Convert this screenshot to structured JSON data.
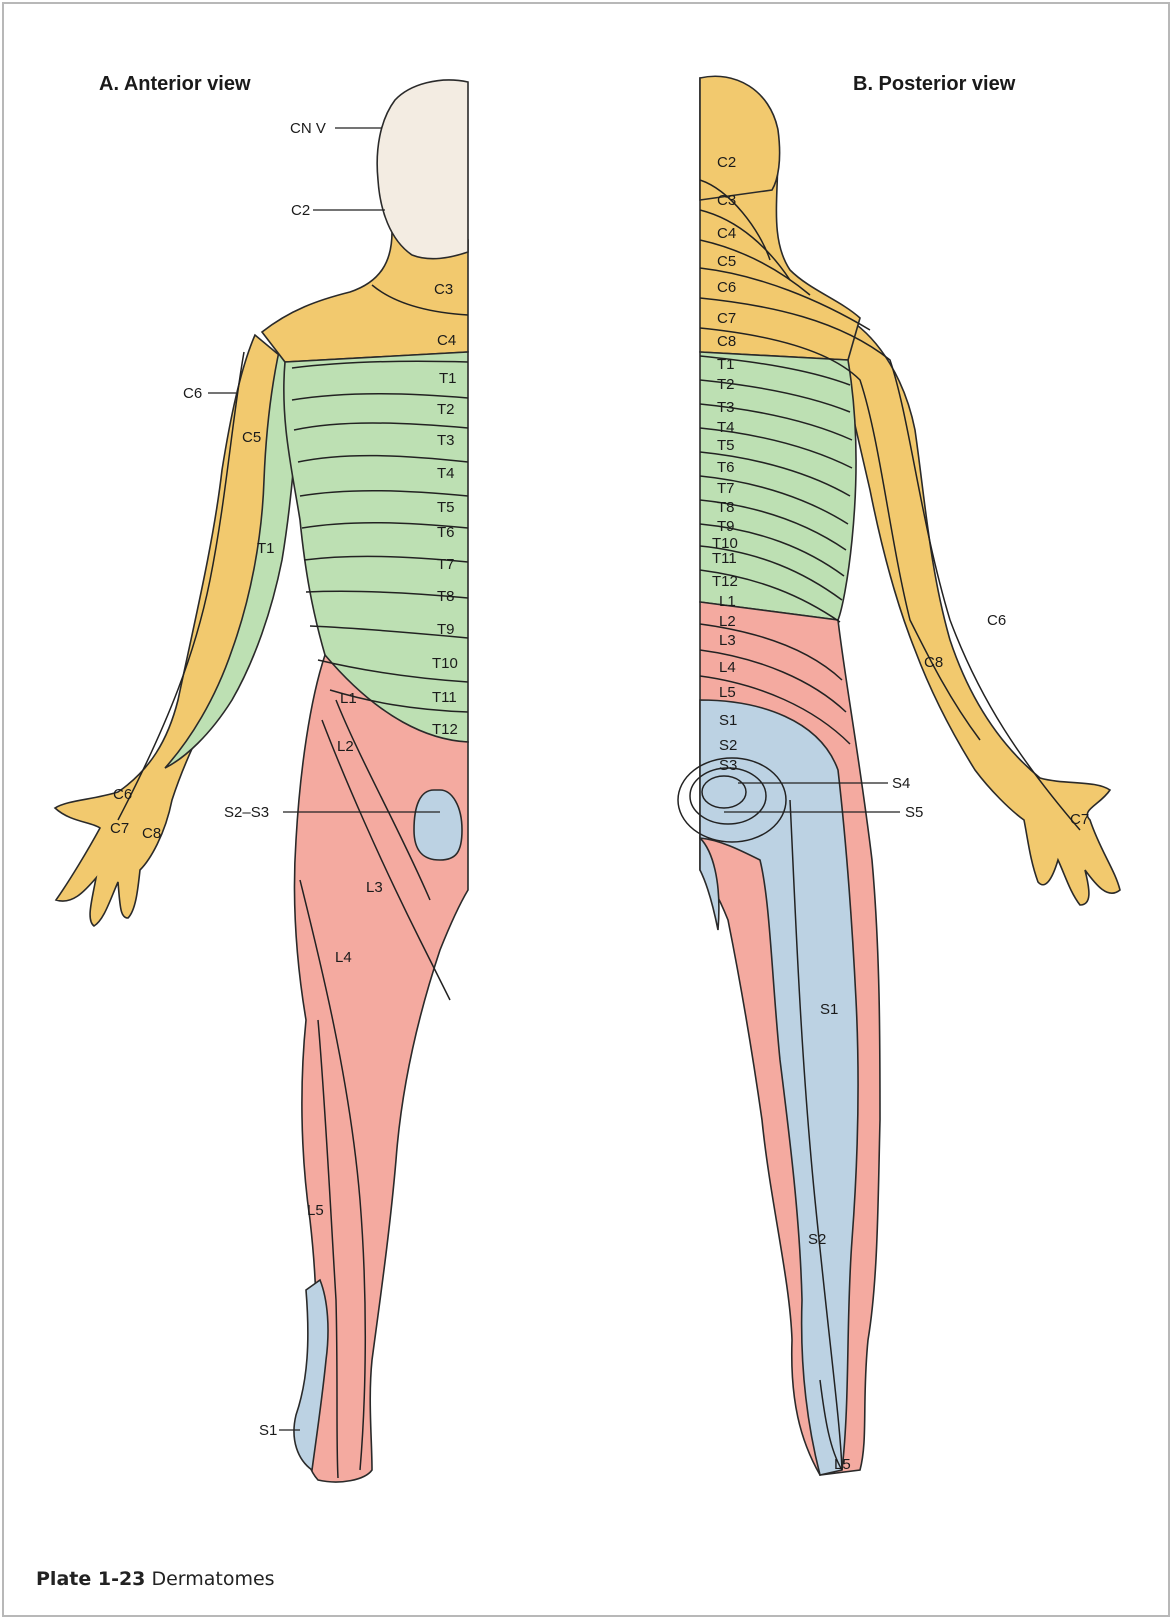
{
  "figure": {
    "anterior_title": "A. Anterior view",
    "posterior_title": "B. Posterior view",
    "caption_plate": "Plate 1-23",
    "caption_text": "Dermatomes"
  },
  "colors": {
    "cervical": "#f2c96e",
    "thoracic": "#bde0b3",
    "lumbar": "#f4aaa0",
    "sacral": "#bcd2e3",
    "face": "#f3ece2"
  },
  "anterior_labels": {
    "cnv": "CN V",
    "c2": "C2",
    "c3": "C3",
    "c4": "C4",
    "c5": "C5",
    "c6_arm": "C6",
    "t1_arm": "T1",
    "t1": "T1",
    "t2": "T2",
    "t3": "T3",
    "t4": "T4",
    "t5": "T5",
    "t6": "T6",
    "t7": "T7",
    "t8": "T8",
    "t9": "T9",
    "t10": "T10",
    "t11": "T11",
    "t12": "T12",
    "l1": "L1",
    "l2": "L2",
    "l3": "L3",
    "l4": "L4",
    "l5": "L5",
    "c6_hand": "C6",
    "c7_hand": "C7",
    "c8_hand": "C8",
    "s2s3": "S2–S3",
    "s1": "S1"
  },
  "posterior_labels": {
    "c2": "C2",
    "c3": "C3",
    "c4": "C4",
    "c5": "C5",
    "c6": "C6",
    "c7": "C7",
    "c8": "C8",
    "t1": "T1",
    "t2": "T2",
    "t3": "T3",
    "t4": "T4",
    "t5": "T5",
    "t6": "T6",
    "t7": "T7",
    "t8": "T8",
    "t9": "T9",
    "t10": "T10",
    "t11": "T11",
    "t12": "T12",
    "l1": "L1",
    "l2": "L2",
    "l3": "L3",
    "l4": "L4",
    "l5": "L5",
    "s1": "S1",
    "s2": "S2",
    "s3": "S3",
    "s4": "S4",
    "s5": "S5",
    "s1_leg": "S1",
    "s2_leg": "S2",
    "l5_foot": "L5",
    "c6_arm": "C6",
    "c8_arm": "C8",
    "c7_hand": "C7"
  }
}
